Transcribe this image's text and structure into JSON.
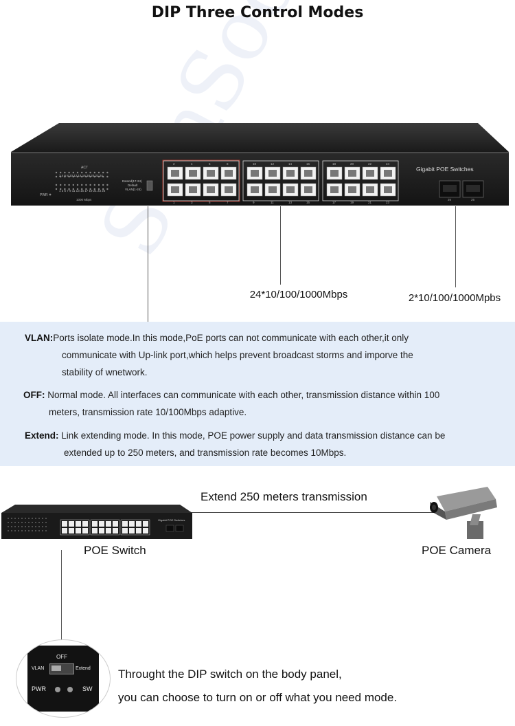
{
  "title": "DIP Three Control Modes",
  "device": {
    "brand_label": "Gigabit POE Switches",
    "led_header": "ACT",
    "led_top_numbers": "2 4 6 8 10 12 14 16 18 20 22 24",
    "led_bottom_numbers": "1 3 5 7 9 11 13 15 17 19 21 23 25",
    "led_footer": "1000 Mbps",
    "pwr_label": "PWR",
    "dip_options": [
      "Extend(17-24)",
      "Default",
      "VLAN(1-24)"
    ],
    "group_top_numbers": [
      [
        "2",
        "4",
        "6",
        "8"
      ],
      [
        "10",
        "12",
        "14",
        "16"
      ],
      [
        "18",
        "20",
        "22",
        "24"
      ]
    ],
    "group_bottom_numbers": [
      [
        "1",
        "3",
        "5",
        "7"
      ],
      [
        "9",
        "11",
        "13",
        "15"
      ],
      [
        "17",
        "19",
        "21",
        "23"
      ]
    ],
    "sfp_numbers": [
      "26",
      "25"
    ]
  },
  "labels": {
    "ports_24": "24*10/100/1000Mbps",
    "ports_2": "2*10/100/1000Mpbs"
  },
  "modes": [
    {
      "name": "VLAN:",
      "lines": [
        "Ports isolate mode.In this mode,PoE ports can not communicate with each other,it only",
        "communicate with Up-link port,which helps prevent broadcast storms and imporve the",
        "stability of wnetwork."
      ]
    },
    {
      "name": "OFF:",
      "lines": [
        " Normal mode. All interfaces can communicate with each other, transmission distance within 100",
        "meters, transmission rate 10/100Mbps adaptive."
      ]
    },
    {
      "name": "Extend:",
      "lines": [
        " Link extending mode. In this mode, POE power supply and data transmission distance can be",
        "extended up to 250 meters, and transmission rate becomes 10Mbps."
      ]
    }
  ],
  "diagram": {
    "extend_label": "Extend 250 meters transmission",
    "switch_label": "POE Switch",
    "camera_label": "POE Camera",
    "small_switch_label": "Gigabit POE Switches"
  },
  "dip_closeup": {
    "off": "OFF",
    "vlan": "VLAN",
    "extend": "Extend",
    "pwr": "PWR",
    "sw": "SW"
  },
  "footer": {
    "line1": "Throught the DIP switch on the body panel,",
    "line2": "you can choose to turn on or off what you need mode."
  },
  "watermark": "SunSoont"
}
